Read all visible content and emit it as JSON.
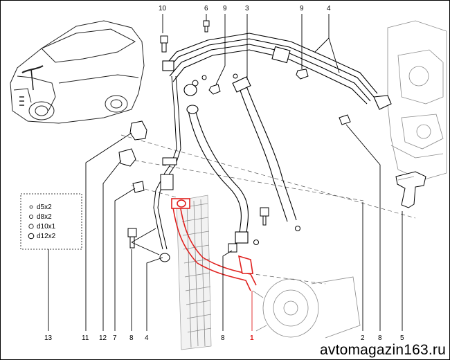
{
  "callouts": {
    "c10": "10",
    "c6": "6",
    "c9a": "9",
    "c3": "3",
    "c9b": "9",
    "c4": "4",
    "c13": "13",
    "c11": "11",
    "c12": "12",
    "c7": "7",
    "c8a": "8",
    "c4b": "4",
    "c8b": "8",
    "c1": "1",
    "c2": "2",
    "c8c": "8",
    "c5": "5"
  },
  "legend": {
    "items": [
      "d5x2",
      "d8x2",
      "d10x1",
      "d12x2"
    ]
  },
  "watermark": "avtomagazin163.ru",
  "colors": {
    "highlight": "#e0201e",
    "line": "#000000",
    "faint": "#8a8a8a"
  }
}
